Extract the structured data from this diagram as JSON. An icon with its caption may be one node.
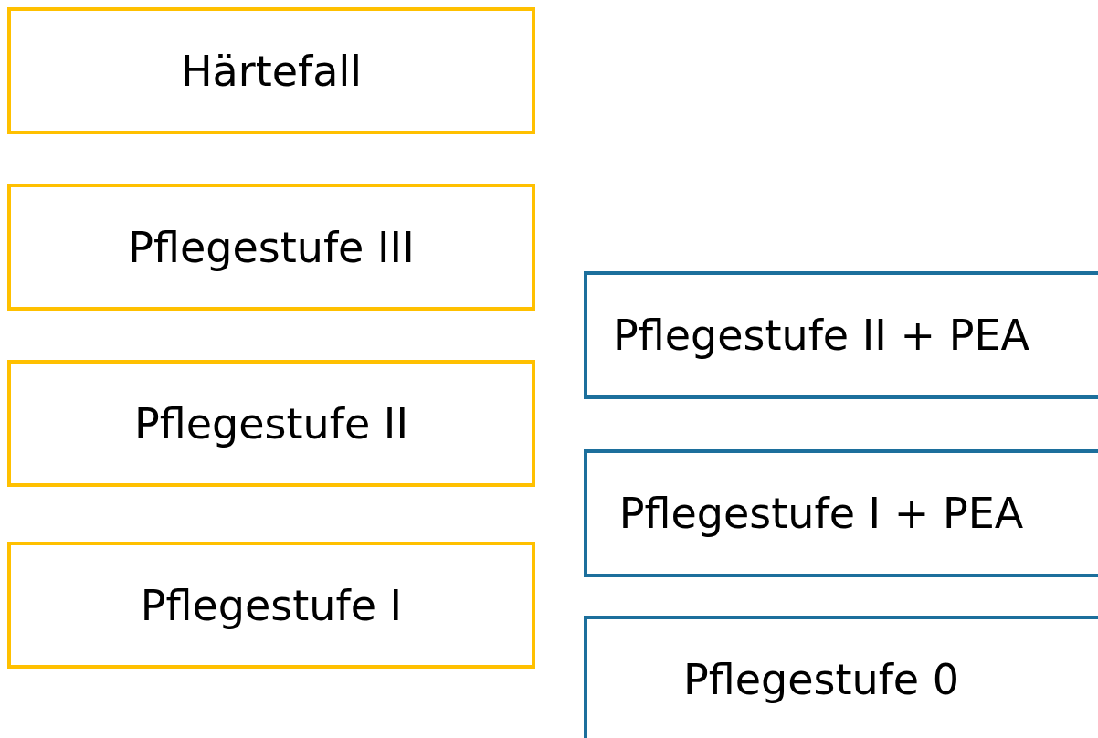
{
  "diagram": {
    "nodes": [
      {
        "text": [
          "Härtefall"
        ]
      },
      {
        "text": [
          "Pflegestufe III"
        ]
      },
      {
        "text": [
          "Pflegestufe II"
        ]
      },
      {
        "text": [
          "Pflegestufe I"
        ]
      },
      {
        "text": [
          "Pflegestufe II + PEA"
        ]
      },
      {
        "text": [
          "Pflegestufe I + PEA"
        ]
      },
      {
        "text": [
          "Pflegestufe 0"
        ]
      }
    ]
  }
}
